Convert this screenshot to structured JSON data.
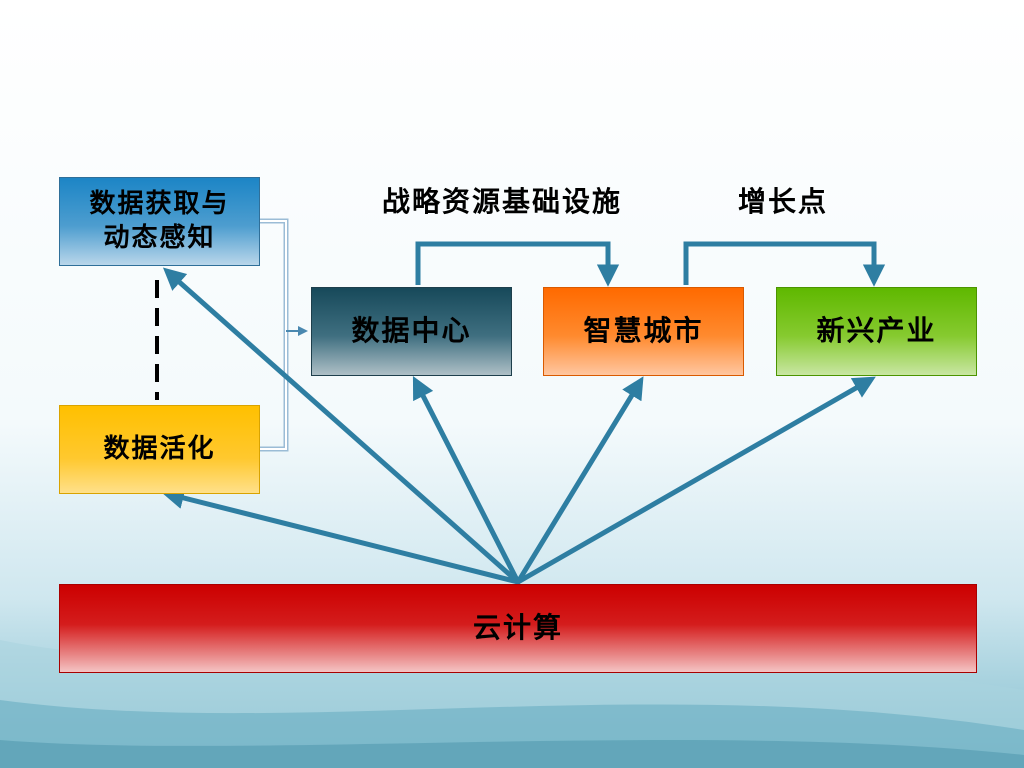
{
  "boxes": {
    "acquire": "数据获取与\n动态感知",
    "activate": "数据活化",
    "datacenter": "数据中心",
    "smartcity": "智慧城市",
    "industry": "新兴产业",
    "cloud": "云计算"
  },
  "labels": {
    "strategic": "战略资源基础设施",
    "growth": "增长点"
  },
  "colors": {
    "arrow": "#2e7ea2",
    "bracket": "#6b9fbf"
  }
}
